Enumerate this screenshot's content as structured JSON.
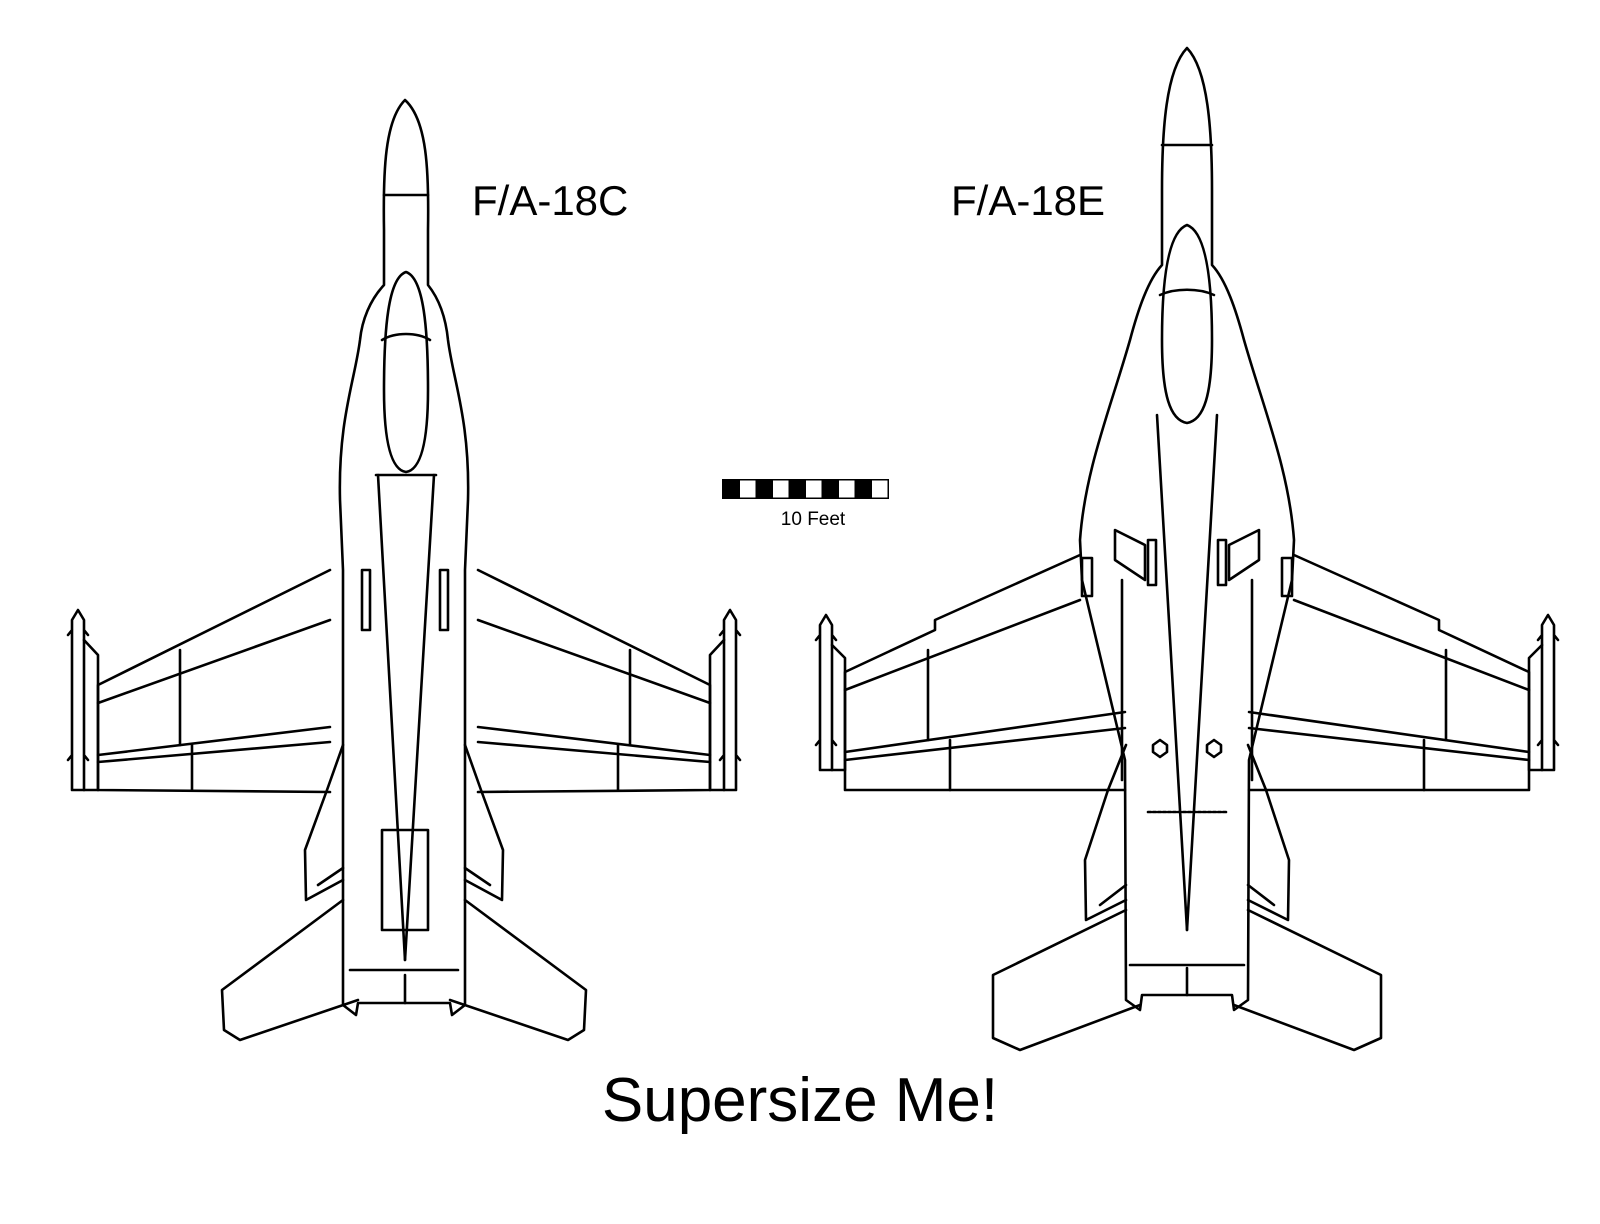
{
  "labels": {
    "left_aircraft": "F/A-18C",
    "right_aircraft": "F/A-18E",
    "scale_bar": "10 Feet",
    "caption": "Supersize Me!"
  },
  "scale_bar": {
    "segments": 10
  },
  "colors": {
    "ink": "#000000",
    "paper": "#ffffff"
  }
}
